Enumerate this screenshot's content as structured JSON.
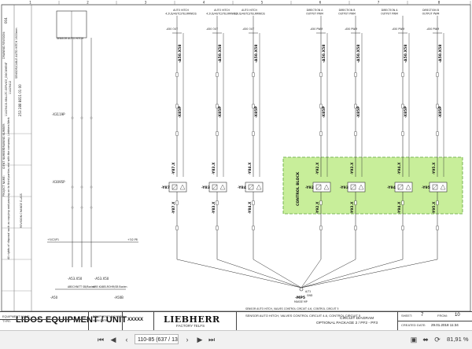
{
  "sheet": {
    "columns": [
      "1",
      "2",
      "3",
      "4",
      "5",
      "6",
      "7",
      "8"
    ],
    "left_panel": {
      "order_no": "11429415-684-LTC-SERVICE_DOCUMENT",
      "order_short": "11429412",
      "serial_no": "253 288 8811 01 00",
      "status": "004",
      "sensor_label": "SENSOR AUTO HITCH",
      "sensor_note": "SENSOR/CABLE AUTO HITCH 1600mm",
      "project_name_key": "PROJECT NAME:",
      "ident_key": "IDENT NUMBER:",
      "drawing_key": "DRAWING NUMBER:",
      "status_key": "DRAWING REVISION:",
      "notice": "All rights of disposal such as copying and passing on to third parties rest with the company; Liebherr-Werk",
      "revision_note": "REVISION CHANGE CLASS",
      "connector_top": "-X3119P",
      "connector_mid": "-X3095P",
      "mid_node": "+3/2.P8",
      "left_node": "+5/C2/P1",
      "bottom_conn": "-A53.X50",
      "bottom_conn2": "-A53.X50",
      "bottom_label_a": "-A50",
      "bottom_label_b": "-A50B",
      "bottom_note_a": "ABSCHNITT SB/Boden",
      "bottom_note_b": "ARB KABELROHR/SB Boden"
    },
    "headers": [
      "AUTO HITCH\n4.2US/4GTCSTELRRWIDS",
      "AUTO HITCH\n4.2US/4GTCSTELRRWIDS",
      "AUTO HITCH\n4.2US/4GTCSTELRRWIDS",
      "DIRECTION A\nOUTPUT PWM",
      "DIRECTION B\nOUTPUT PWM",
      "DIRECTION A\nOUTPUT PWM",
      "DIRECTION B\nOUTPUT PWM"
    ],
    "output_labels": [
      "-A50.X58",
      "-A50.X58",
      "-A50.X58",
      "-A50.X58",
      "-A50.X58",
      "-A50.X58",
      "-A50.X58"
    ],
    "pin_labels": [
      "-A50 OUT",
      "-A50 OUT",
      "-A50 OUT",
      "-A50 PWM",
      "-A50 PWM",
      "-A50 PWM",
      "-A50 PWM"
    ],
    "x85_labels": [
      "-X85P",
      "-X85P",
      "-X85P",
      "-X85P",
      "-X85P",
      "-X85P",
      "-X85P"
    ],
    "valves": [
      {
        "conn": "-Y87.X",
        "label": "-Y87",
        "coil": "-Y87"
      },
      {
        "conn": "-Y83.X",
        "label": "-Y83",
        "coil": "-Y83"
      },
      {
        "conn": "-Y84.X",
        "label": "-Y84",
        "coil": "-Y84"
      },
      {
        "conn": "-Y92.X",
        "label": "-Y92",
        "coil": "-Y92"
      },
      {
        "conn": "-Y93.X",
        "label": "-Y93",
        "coil": "-Y93"
      },
      {
        "conn": "-Y94.X",
        "label": "-Y94",
        "coil": "-Y94"
      },
      {
        "conn": "-Y95.X",
        "label": "-Y95",
        "coil": "-Y95"
      }
    ],
    "control_block_label": "CONTROL BLOCK",
    "ground_label": "-MP5",
    "ground_note": "MASSE MP",
    "ground_node": "GND",
    "ground_sub": "A/T1",
    "ground_desc": "SENSOR AUTO HITCH, VALVES CONTROL CIRCUIT 4-6, CONTROL CIRCUIT 5"
  },
  "title_block": {
    "equipment_key": "EQUIPMENT NAME:",
    "type_key": "TYPE:",
    "company": "LIDOS EQUIPMENT / UNIT",
    "equipment_value": "EQUIPMENT MACHINES\nMAIN DATE:",
    "xxxxx": "XXXXX",
    "logo": "LIEBHERR",
    "factory": "FACTORY TELFS",
    "description": "SENSOR AUTO HITCH, VALVES CONTROL CIRCUIT 4-6, CONTROL CIRCUIT 5",
    "diagram": "CIRCUIT DIAGRAM",
    "package": "OPTIONAL PACKAGE 2 / PF2 - PF3",
    "sheet_key": "SHEET:",
    "sheet_no": "7",
    "from_key": "FROM:",
    "from_no": "10",
    "created_key": "CREATED DATE:",
    "created_date": "29.01.2018  11:34"
  },
  "toolbar": {
    "page_value": "110-85 (637 / 13",
    "zoom": "81,91 %",
    "icons": [
      "first-page-icon",
      "prev-page-icon",
      "next-page-icon",
      "last-page-icon",
      "fit-page-icon",
      "fit-width-icon",
      "rotate-icon"
    ]
  },
  "colors": {
    "control_block_fill": "#c8ee9a",
    "control_block_border": "#5fa53a",
    "wire": "#2d2d2d",
    "toolbar_bg": "#f1f1f1"
  }
}
